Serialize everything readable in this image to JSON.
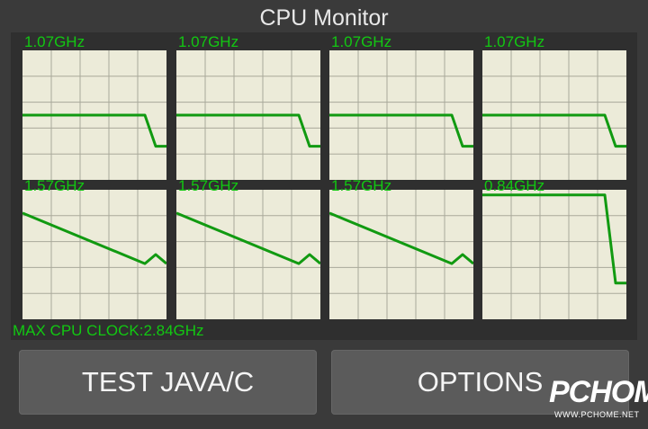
{
  "app": {
    "title": "CPU Monitor"
  },
  "cores": [
    {
      "freq": "1.07GHz",
      "levels": [
        0.5,
        0.5,
        0.5,
        0.5,
        0.5,
        0.5,
        0.5,
        0.5,
        0.26,
        0.26
      ]
    },
    {
      "freq": "1.07GHz",
      "levels": [
        0.5,
        0.5,
        0.5,
        0.5,
        0.5,
        0.5,
        0.5,
        0.5,
        0.26,
        0.26
      ]
    },
    {
      "freq": "1.07GHz",
      "levels": [
        0.5,
        0.5,
        0.5,
        0.5,
        0.5,
        0.5,
        0.5,
        0.5,
        0.26,
        0.26
      ]
    },
    {
      "freq": "1.07GHz",
      "levels": [
        0.5,
        0.5,
        0.5,
        0.5,
        0.5,
        0.5,
        0.5,
        0.5,
        0.26,
        0.26
      ]
    },
    {
      "freq": "1.57GHz",
      "levels": [
        0.82,
        0.82,
        0.82,
        0.82,
        0.82,
        0.82,
        0.82,
        0.82,
        0.43,
        0.5,
        0.43
      ]
    },
    {
      "freq": "1.57GHz",
      "levels": [
        0.82,
        0.82,
        0.82,
        0.82,
        0.82,
        0.82,
        0.82,
        0.82,
        0.43,
        0.5,
        0.43
      ]
    },
    {
      "freq": "1.57GHz",
      "levels": [
        0.82,
        0.82,
        0.82,
        0.82,
        0.82,
        0.82,
        0.82,
        0.82,
        0.43,
        0.5,
        0.43
      ]
    },
    {
      "freq": "0.84GHz",
      "levels": [
        0.96,
        0.96,
        0.96,
        0.96,
        0.96,
        0.96,
        0.96,
        0.96,
        0.96,
        0.28,
        0.28
      ]
    }
  ],
  "max_clock": "MAX CPU CLOCK:2.84GHz",
  "buttons": {
    "test": "TEST JAVA/C",
    "options": "OPTIONS"
  },
  "watermark": {
    "brand": "PCHOME",
    "url": "WWW.PCHOME.NET"
  },
  "colors": {
    "line": "#119a11",
    "grid": "#a9a99a",
    "graph_bg": "#ecebd9",
    "label": "#12c812"
  }
}
